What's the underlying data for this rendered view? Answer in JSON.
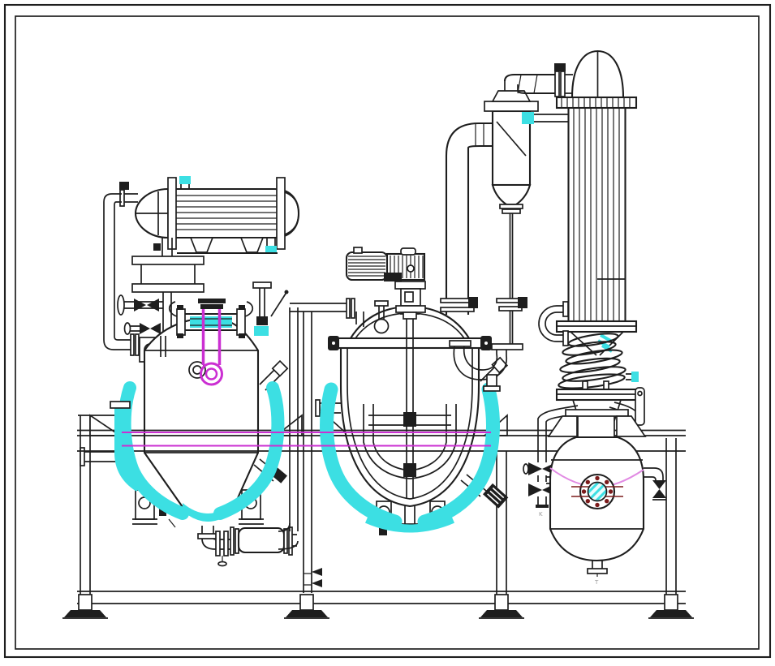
{
  "drawing": {
    "title": "extraction-concentration-plant-line-drawing",
    "labels": {
      "receiver_side_valve": "K",
      "receiver_drain": "T"
    },
    "colors": {
      "line": "#1e1e1e",
      "cyan": "#3cdfe3",
      "magenta": "#cb2fd2",
      "pink": "#e18ae3",
      "boltred": "#7c1b1b",
      "gray": "#9a9a9a",
      "bg": "#ffffff"
    },
    "equipment": [
      {
        "id": "heat-exchanger",
        "label": "shell-and-tube heat exchanger"
      },
      {
        "id": "extraction-tank",
        "label": "jacketed extraction tank with manway"
      },
      {
        "id": "concentration-vessel",
        "label": "jacketed evaporator with anchor agitator"
      },
      {
        "id": "agitator-drive",
        "label": "motor and gear drive"
      },
      {
        "id": "vapour-separator",
        "label": "gas-liquid separator flask"
      },
      {
        "id": "condenser-column",
        "label": "vertical tubular condenser"
      },
      {
        "id": "cooling-coil",
        "label": "coil cooler section"
      },
      {
        "id": "receiver-tank",
        "label": "receiver tank with bolted sight glass"
      },
      {
        "id": "inline-strainer",
        "label": "discharge strainer"
      },
      {
        "id": "support-frame",
        "label": "skid support frame with leveling feet"
      },
      {
        "id": "heating-lines",
        "label": "magenta heating medium lines"
      },
      {
        "id": "dip-tube",
        "label": "magenta dip tube with spray ring"
      }
    ]
  }
}
